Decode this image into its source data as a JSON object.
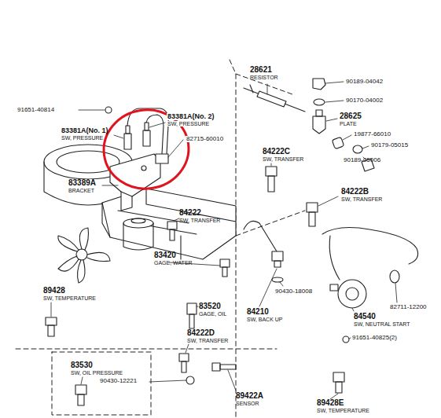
{
  "diagram": {
    "labels": [
      "28621",
      "RESISTOR",
      "90189-04042",
      "90170-04002",
      "28625",
      "PLATE",
      "91651-40814",
      "83381A(No. 2)",
      "SW, PRESSURE",
      "83381A(No. 1)",
      "SW, PRESSURE",
      "19877-66010",
      "90179-05015",
      "82715-60010",
      "90189-05006",
      "84222C",
      "SW, TRANSFER",
      "83389A",
      "BRACKET",
      "84222B",
      "SW, TRANSFER",
      "84222",
      "SW, TRANSFER",
      "83420",
      "GAGE, WATER",
      "89428",
      "SW, TEMPERATURE",
      "90430-18008",
      "82711-12200",
      "83520",
      "GAGE, OIL",
      "84210",
      "SW, BACK UP",
      "84540",
      "SW, NEUTRAL START",
      "84222D",
      "SW, TRANSFER",
      "91651-40825(2)",
      "83530",
      "SW, OIL PRESSURE",
      "90430-12221",
      "89422A",
      "SENSOR",
      "89428E",
      "SW, TEMPERATURE"
    ]
  }
}
